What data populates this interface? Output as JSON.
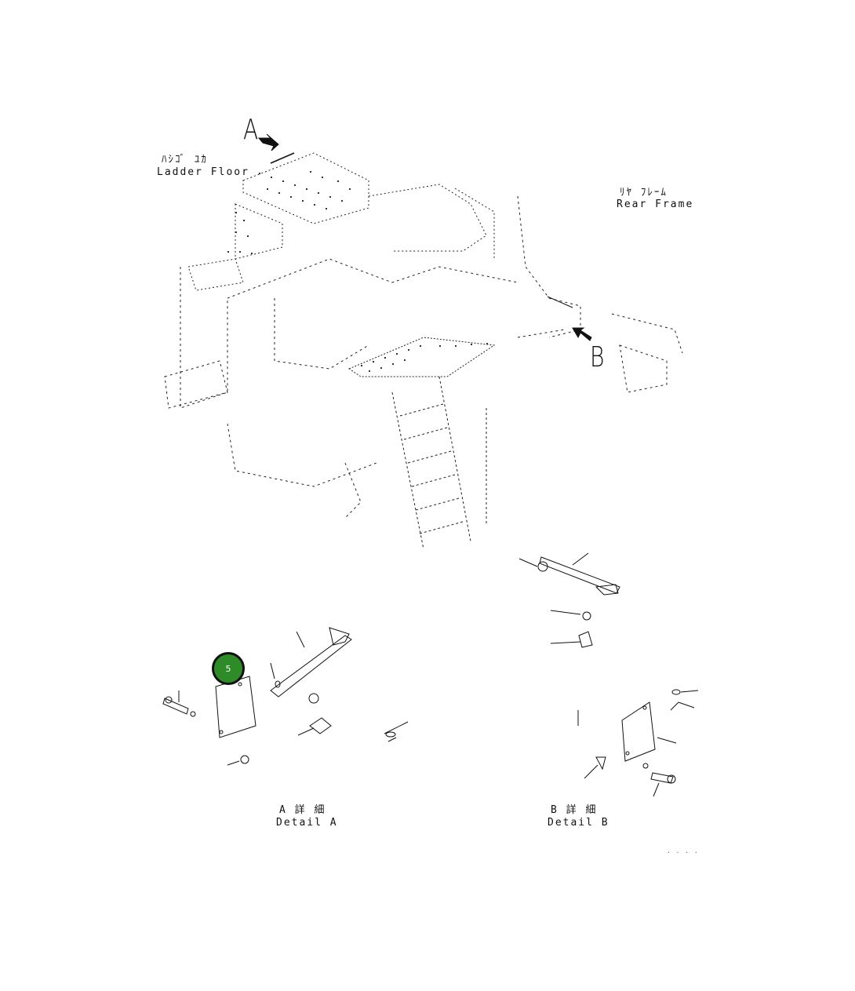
{
  "labels": {
    "ladder_floor_jp": "ﾊｼｺﾞ ﾕｶ",
    "ladder_floor_en": "Ladder Floor",
    "rear_frame_jp": "ﾘﾔ ﾌﾚｰﾑ",
    "rear_frame_en": "Rear Frame",
    "arrow_a": "A",
    "arrow_b": "B",
    "detail_a_jp": "A 詳 細",
    "detail_a_en": "Detail A",
    "detail_b_jp": "B 詳 細",
    "detail_b_en": "Detail B",
    "sheet_code": "· · · ·"
  },
  "callout": {
    "number": "5",
    "color": "#2e8b28"
  }
}
